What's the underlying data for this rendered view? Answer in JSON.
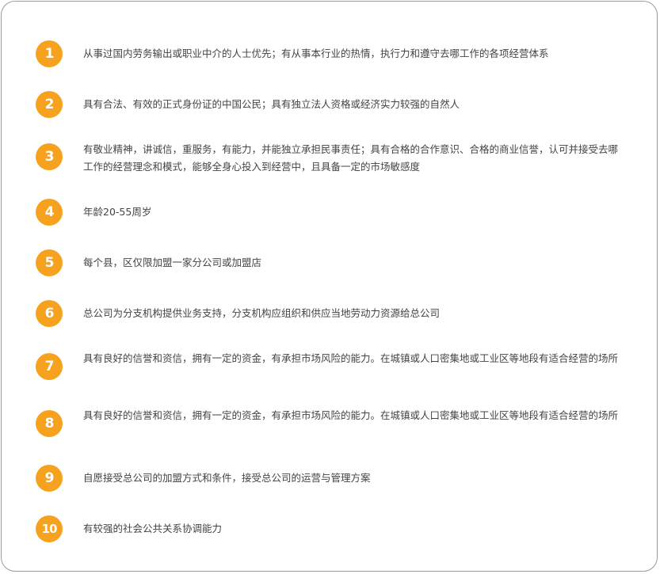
{
  "items": [
    {
      "number": "1",
      "text": "从事过国内劳务输出或职业中介的人士优先；有从事本行业的热情，执行力和遵守去哪工作的各项经营体系"
    },
    {
      "number": "2",
      "text": "具有合法、有效的正式身份证的中国公民；具有独立法人资格或经济实力较强的自然人"
    },
    {
      "number": "3",
      "text": "有敬业精神，讲诚信，重服务，有能力，并能独立承担民事责任；具有合格的合作意识、合格的商业信誉，认可并接受去哪工作的经营理念和模式，能够全身心投入到经营中，且具备一定的市场敏感度"
    },
    {
      "number": "4",
      "text": "年龄20-55周岁"
    },
    {
      "number": "5",
      "text": "每个县，区仅限加盟一家分公司或加盟店"
    },
    {
      "number": "6",
      "text": "总公司为分支机构提供业务支持，分支机构应组织和供应当地劳动力资源给总公司"
    },
    {
      "number": "7",
      "text": "具有良好的信誉和资信，拥有一定的资金，有承担市场风险的能力。在城镇或人口密集地或工业区等地段有适合经营的场所"
    },
    {
      "number": "8",
      "text": "具有良好的信誉和资信，拥有一定的资金，有承担市场风险的能力。在城镇或人口密集地或工业区等地段有适合经营的场所"
    },
    {
      "number": "9",
      "text": "自愿接受总公司的加盟方式和条件，接受总公司的运营与管理方案"
    },
    {
      "number": "10",
      "text": "有较强的社会公共关系协调能力"
    }
  ],
  "colors": {
    "badge": "#f7a21e",
    "text": "#444444",
    "border": "#9a9a9a"
  }
}
